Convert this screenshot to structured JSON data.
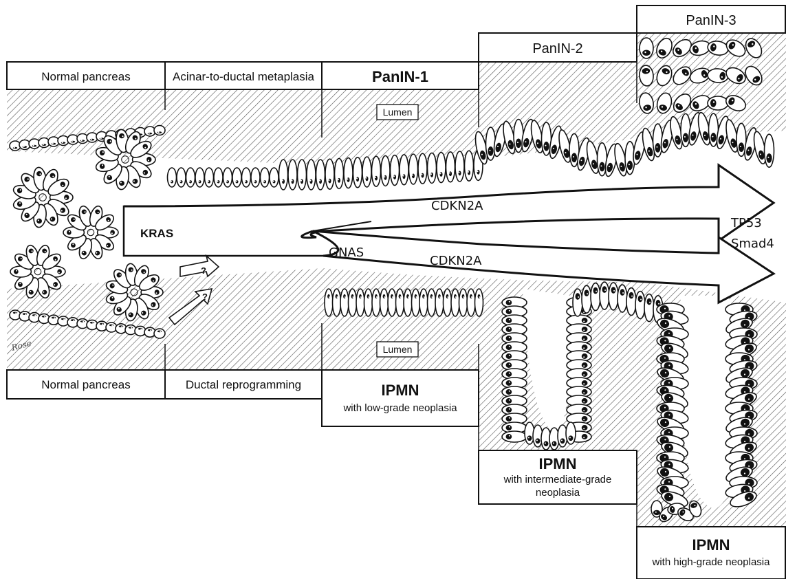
{
  "top_labels": {
    "normal_pancreas": "Normal pancreas",
    "adm": "Acinar-to-ductal metaplasia",
    "panin1": "PanIN-1",
    "panin2": "PanIN-2",
    "panin3": "PanIN-3"
  },
  "bottom_labels": {
    "normal_pancreas": "Normal pancreas",
    "ductal_reprogramming": "Ductal reprogramming",
    "ipmn_low_title": "IPMN",
    "ipmn_low_sub": "with low-grade neoplasia",
    "ipmn_int_title": "IPMN",
    "ipmn_int_sub1": "with intermediate-grade",
    "ipmn_int_sub2": "neoplasia",
    "ipmn_high_title": "IPMN",
    "ipmn_high_sub": "with high-grade neoplasia"
  },
  "lumen_labels": {
    "top": "Lumen",
    "bottom": "Lumen"
  },
  "genes": {
    "kras": "KRAS",
    "cdkn2a_top": "CDKN2A",
    "gnas": "GNAS",
    "cdkn2a_bottom": "CDKN2A",
    "tp53": "TP53",
    "smad4": "Smad4"
  },
  "question_marks": [
    "?",
    "?"
  ],
  "signature": "Rose"
}
